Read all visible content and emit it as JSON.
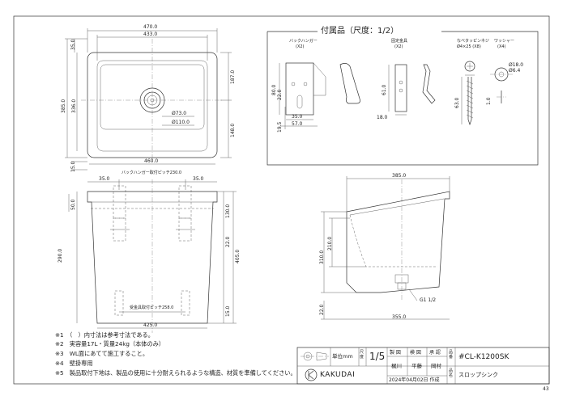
{
  "top_view": {
    "width_outer": "470.0",
    "width_inner": "433.0",
    "depth_outer": "385.0",
    "depth_inner": "336.0",
    "rim_top": "35.0",
    "right_upper": "187.0",
    "right_lower": "148.0",
    "bottom_width": "460.0",
    "bottom_gap": "15.0",
    "drain_inner": "Ø73.0",
    "drain_outer": "Ø110.0"
  },
  "front_view": {
    "left_offset": "35.0",
    "right_offset": "35.0",
    "hanger_pitch": "バックハンガー取付ピッチ230.0",
    "rim": "50.0",
    "right_upper": "130.0",
    "right_mid": "22.0",
    "right_total": "405.0",
    "left_height": "290.0",
    "foot_height": "15.0",
    "bracket_pitch": "受金具取付ピッチ258.0",
    "bottom_width": "425.0"
  },
  "side_view": {
    "top_depth": "385.0",
    "height_total": "310.0",
    "height_inner": "210.0",
    "foot": "22.0",
    "drain_thread": "G1 1/2",
    "bottom_depth": "355.0"
  },
  "accessories": {
    "title": "付属品（尺度：1/2）",
    "hanger_name": "バックハンガー",
    "hanger_qty": "(X2)",
    "bracket_name": "固定金具",
    "bracket_qty": "(X2)",
    "screw_name": "なべタッピンネジ",
    "screw_spec": "Ø4×25 (X8)",
    "washer_name": "ワッシャー",
    "washer_qty": "(X4)",
    "dim_hanger_h": "80.0",
    "dim_hanger_side": "22.0",
    "dim_hanger_w1": "35.0",
    "dim_hanger_w2": "57.0",
    "dim_hanger_b": "19.5",
    "dim_bracket_h": "61.0",
    "dim_bracket_w": "18.0",
    "dim_screw_len": "63.0",
    "dim_washer_od": "Ø18.0",
    "dim_washer_id": "Ø6.4",
    "dim_washer_t": "1.0"
  },
  "notes": [
    "※1　（　）内寸法は参考寸法である。",
    "※2　実容量17L・質量24kg（本体のみ）",
    "※3　WL面にあてて施工すること。",
    "※4　壁掛専用",
    "※5　製品取付下地は、製品の使用に十分耐えられるような構造、材質を準備してください。"
  ],
  "title_block": {
    "unit_label": "単位mm",
    "scale_label": "尺度",
    "scale_value": "1/5",
    "h_drawn": "製 図",
    "h_checked": "検 図",
    "h_approved": "承 認",
    "drawn_by": "梶川",
    "checked_by": "平藤",
    "approved_by": "岡村",
    "date": "2024年04月02日 作成",
    "number_label": "品番",
    "product_number": "#CL-K1200SK",
    "name_label": "品名",
    "product_name": "スロップシンク",
    "brand": "KAKUDAI"
  },
  "page_number": "43"
}
